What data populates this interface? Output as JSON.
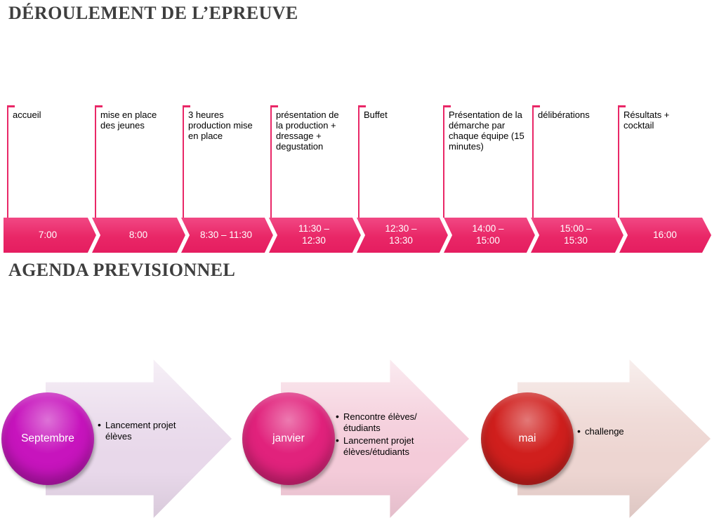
{
  "titles": {
    "main": "DÉROULEMENT DE L’EPREUVE",
    "agenda": "AGENDA PREVISIONNEL"
  },
  "colors": {
    "timeline_pink": "#e92767"
  },
  "timeline": {
    "milestones": [
      {
        "label": "accueil",
        "time": "7:00"
      },
      {
        "label": "mise en place des jeunes",
        "time": "8:00"
      },
      {
        "label": "3 heures production mise en place",
        "time": "8:30 – 11:30"
      },
      {
        "label": "présentation de la production + dressage  + degustation",
        "time": "11:30 –\n12:30"
      },
      {
        "label": "Buffet",
        "time": "12:30 –\n13:30"
      },
      {
        "label": "Présentation de la démarche par chaque équipe (15 minutes)",
        "time": "14:00 –\n15:00"
      },
      {
        "label": "délibérations",
        "time": "15:00 –\n15:30"
      },
      {
        "label": "Résultats + cocktail",
        "time": "16:00"
      }
    ]
  },
  "agenda": {
    "stages": [
      {
        "month": "Septembre",
        "items": [
          "Lancement projet élèves"
        ],
        "circle_color": "#c714bd",
        "arrow_color": "#e8d8ea"
      },
      {
        "month": "janvier",
        "items": [
          "Rencontre élèves/étudiants",
          "Lancement projet élèves/étudiants"
        ],
        "circle_color": "#e1227c",
        "arrow_color": "#f4cbd9"
      },
      {
        "month": "mai",
        "items": [
          "challenge"
        ],
        "circle_color": "#d01f1d",
        "arrow_color": "#edd5d1"
      }
    ]
  }
}
